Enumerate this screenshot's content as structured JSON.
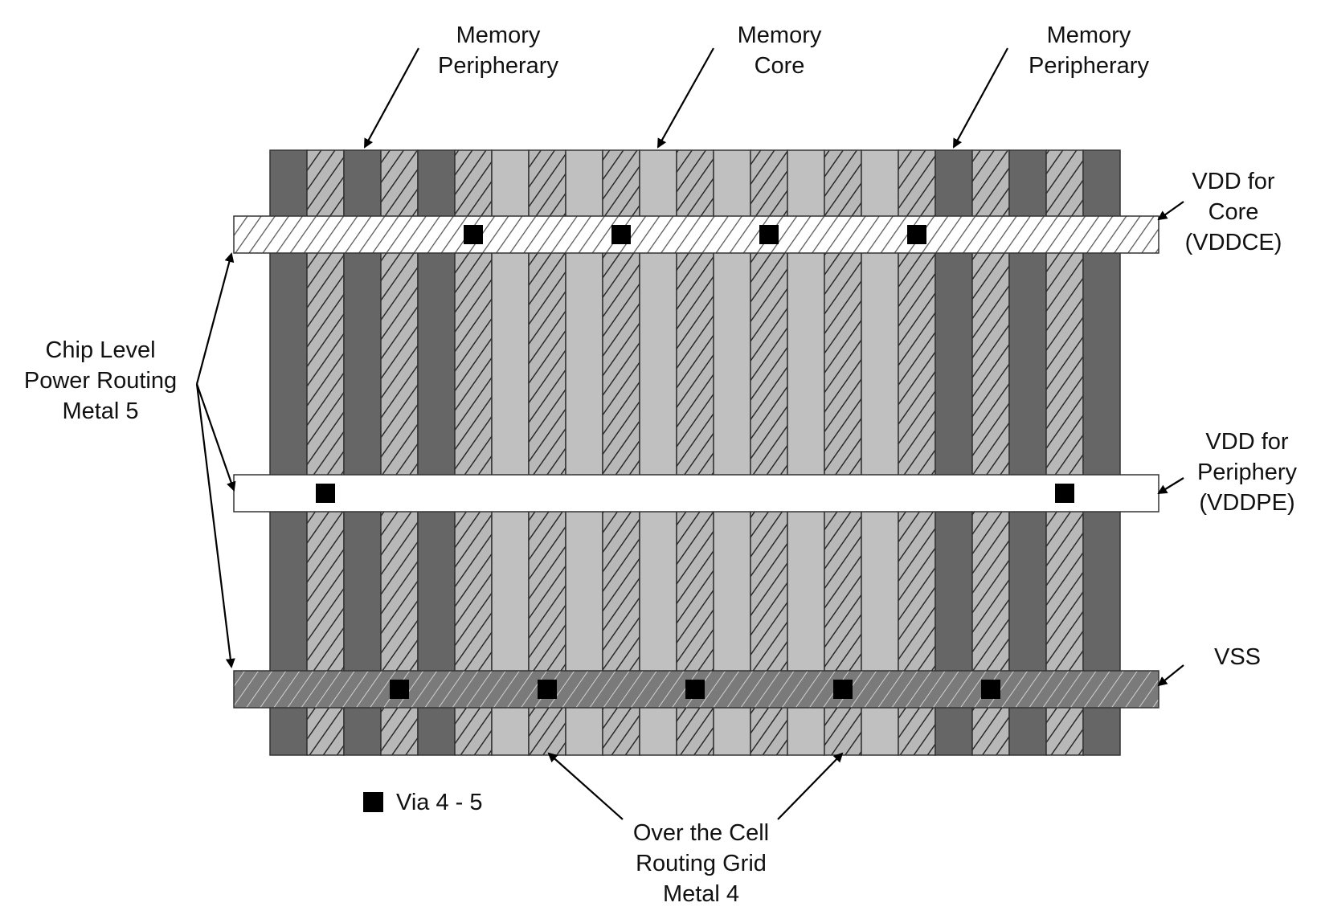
{
  "labels": {
    "memory_periphery_left": [
      "Memory",
      "Peripherary"
    ],
    "memory_core": [
      "Memory",
      "Core"
    ],
    "memory_periphery_right": [
      "Memory",
      "Peripherary"
    ],
    "vdd_core": [
      "VDD for",
      "Core",
      "(VDDCE)"
    ],
    "vdd_periphery": [
      "VDD for",
      "Periphery",
      "(VDDPE)"
    ],
    "vss": "VSS",
    "chip_level": [
      "Chip Level",
      "Power Routing",
      "Metal 5"
    ],
    "over_cell": [
      "Over the Cell",
      "Routing Grid",
      "Metal 4"
    ],
    "legend_via": "Via 4 - 5"
  },
  "colors": {
    "periphery_solid": "#666666",
    "core_solid": "#c0c0c0",
    "hatched_fill": "#b8b8b8",
    "hatch_line": "#2a2a2a",
    "vss_fill": "#7a7a7a",
    "via": "#000000",
    "outline": "#333333"
  },
  "stripe_pattern": [
    "P",
    "H",
    "P",
    "H",
    "P",
    "H",
    "C",
    "H",
    "C",
    "H",
    "C",
    "H",
    "C",
    "H",
    "C",
    "H",
    "C",
    "H",
    "P",
    "H",
    "P",
    "H",
    "P"
  ],
  "rails": [
    {
      "name": "VDDCE",
      "style": "light-hatch",
      "via_stripes": [
        5,
        9,
        13,
        17
      ]
    },
    {
      "name": "VDDPE",
      "style": "white",
      "via_stripes": [
        1,
        21
      ]
    },
    {
      "name": "VSS",
      "style": "dark-hatch",
      "via_stripes": [
        3,
        7,
        11,
        15,
        19
      ]
    }
  ]
}
